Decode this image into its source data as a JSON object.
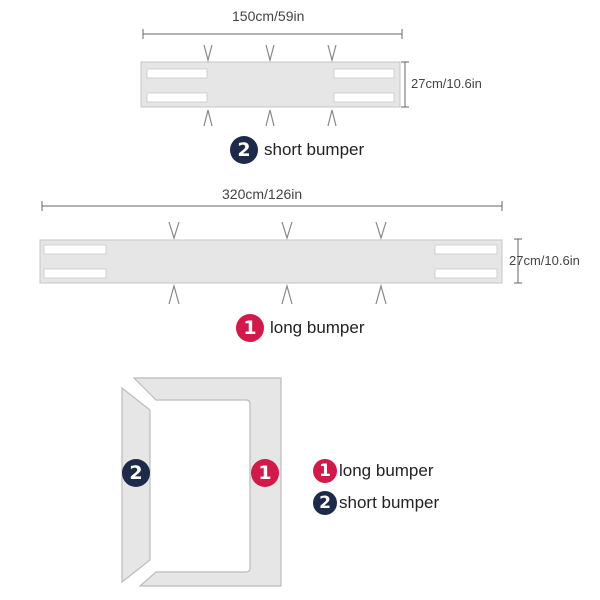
{
  "short_bumper": {
    "width_label": "150cm/59in",
    "height_label": "27cm/10.6in",
    "number": "2",
    "name": "short bumper"
  },
  "long_bumper": {
    "width_label": "320cm/126in",
    "height_label": "27cm/10.6in",
    "number": "1",
    "name": "long bumper"
  },
  "layout": {
    "left_number": "2",
    "right_number": "1",
    "legend": [
      {
        "number": "1",
        "name": "long bumper"
      },
      {
        "number": "2",
        "name": "short bumper"
      }
    ]
  },
  "colors": {
    "panel_fill": "#e4e4e4",
    "panel_stroke": "#bdbdbd",
    "navy": "#1e2a4a",
    "red": "#d3184a"
  }
}
